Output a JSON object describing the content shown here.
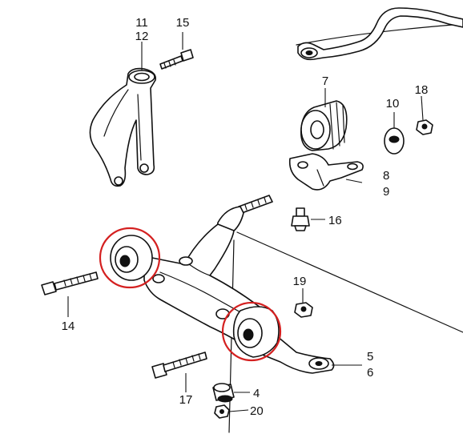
{
  "labels": {
    "p11": "11",
    "p12": "12",
    "p15": "15",
    "p7": "7",
    "p10": "10",
    "p18": "18",
    "p8": "8",
    "p9": "9",
    "p16": "16",
    "p19": "19",
    "p14": "14",
    "p5": "5",
    "p6": "6",
    "p17": "17",
    "p4": "4",
    "p20": "20"
  },
  "colors": {
    "line": "#111111",
    "highlight": "#d42020",
    "background": "#ffffff"
  }
}
